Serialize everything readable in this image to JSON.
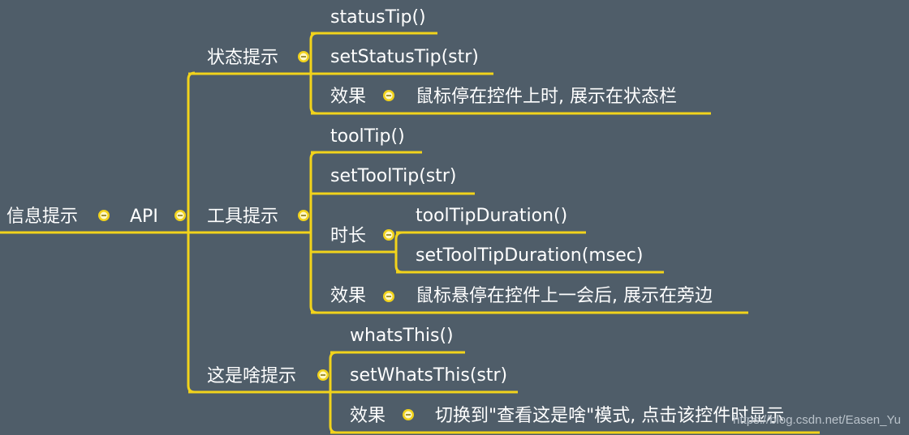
{
  "root": {
    "label": "信息提示"
  },
  "api": {
    "label": "API"
  },
  "status": {
    "label": "状态提示",
    "items": [
      "statusTip()",
      "setStatusTip(str)"
    ],
    "effect": {
      "label": "效果",
      "text": "鼠标停在控件上时, 展示在状态栏"
    }
  },
  "tool": {
    "label": "工具提示",
    "items": [
      "toolTip()",
      "setToolTip(str)"
    ],
    "duration": {
      "label": "时长",
      "items": [
        "toolTipDuration()",
        "setToolTipDuration(msec)"
      ]
    },
    "effect": {
      "label": "效果",
      "text": "鼠标悬停在控件上一会后, 展示在旁边"
    }
  },
  "whats": {
    "label": "这是啥提示",
    "items": [
      "whatsThis()",
      "setWhatsThis(str)"
    ],
    "effect": {
      "label": "效果",
      "text": "切换到\"查看这是啥\"模式, 点击该控件时显示"
    }
  },
  "watermark": "https://blog.csdn.net/Easen_Yu",
  "colors": {
    "background": "#4f5d69",
    "line": "#f2d31b",
    "text": "#ffffff"
  }
}
